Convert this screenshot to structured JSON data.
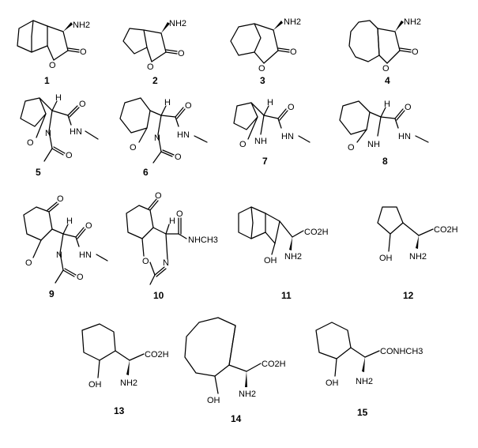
{
  "labels": {
    "nh2": "NH2",
    "o": "O",
    "h": "H",
    "n": "N",
    "nh": "NH",
    "hn": "HN",
    "oh": "OH",
    "co2h": "CO2H",
    "nhch3": "NHCH3",
    "conhch3": "CONHCH3"
  },
  "compounds": [
    {
      "number": "1"
    },
    {
      "number": "2"
    },
    {
      "number": "3"
    },
    {
      "number": "4"
    },
    {
      "number": "5"
    },
    {
      "number": "6"
    },
    {
      "number": "7"
    },
    {
      "number": "8"
    },
    {
      "number": "9"
    },
    {
      "number": "10"
    },
    {
      "number": "11"
    },
    {
      "number": "12"
    },
    {
      "number": "13"
    },
    {
      "number": "14"
    },
    {
      "number": "15"
    }
  ]
}
